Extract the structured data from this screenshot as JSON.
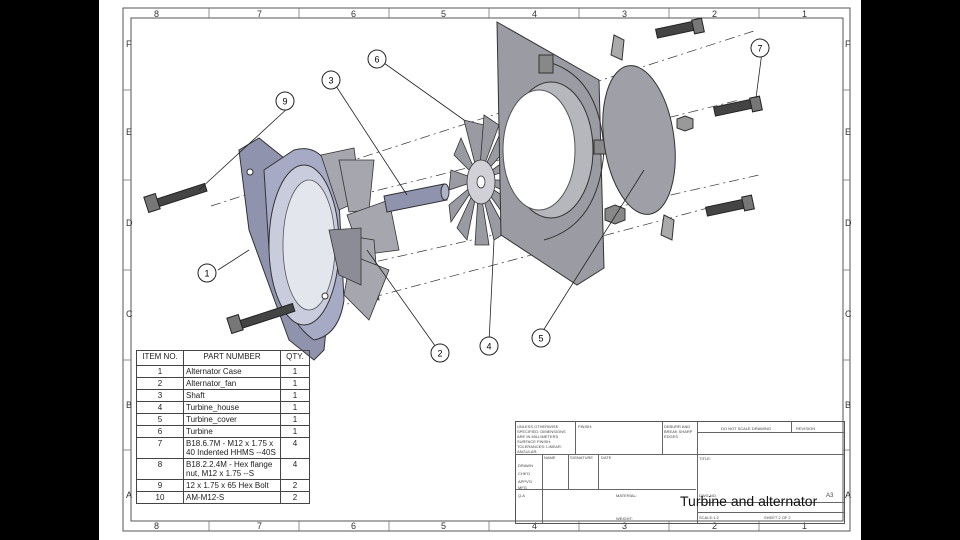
{
  "zones": {
    "top": [
      "8",
      "7",
      "6",
      "5",
      "4",
      "3",
      "2",
      "1"
    ],
    "bottom": [
      "8",
      "7",
      "6",
      "5",
      "4",
      "3",
      "2",
      "1"
    ],
    "side": [
      "F",
      "E",
      "D",
      "C",
      "B",
      "A"
    ]
  },
  "balloons": [
    "1",
    "2",
    "3",
    "4",
    "5",
    "6",
    "7",
    "9"
  ],
  "bom": {
    "headers": {
      "item": "ITEM NO.",
      "part": "PART NUMBER",
      "qty": "QTY."
    },
    "rows": [
      {
        "item": "1",
        "part": "Alternator Case",
        "qty": "1"
      },
      {
        "item": "2",
        "part": "Alternator_fan",
        "qty": "1"
      },
      {
        "item": "3",
        "part": "Shaft",
        "qty": "1"
      },
      {
        "item": "4",
        "part": "Turbine_house",
        "qty": "1"
      },
      {
        "item": "5",
        "part": "Turbine_cover",
        "qty": "1"
      },
      {
        "item": "6",
        "part": "Turbine",
        "qty": "1"
      },
      {
        "item": "7",
        "part": "B18.6.7M - M12 x 1.75 x 40 Indented HHMS --40S",
        "qty": "4"
      },
      {
        "item": "8",
        "part": "B18.2.2.4M - Hex flange nut, M12 x 1.75 --S",
        "qty": "4"
      },
      {
        "item": "9",
        "part": "12 x 1.75 x 65 Hex Bolt",
        "qty": "2"
      },
      {
        "item": "10",
        "part": "AM-M12-S",
        "qty": "2"
      }
    ]
  },
  "title_block": {
    "unless": "UNLESS OTHERWISE SPECIFIED: DIMENSIONS ARE IN MILLIMETERS SURFACE FINISH: TOLERANCES: LINEAR: ANGULAR:",
    "finish": "FINISH:",
    "deburr": "DEBURR AND BREAK SHARP EDGES",
    "noscale": "DO NOT SCALE DRAWING",
    "revision": "REVISION",
    "name": "NAME",
    "signature": "SIGNATURE",
    "date": "DATE",
    "title_label": "TITLE:",
    "roles": [
      "DRAWN",
      "CHK'D",
      "APPV'D",
      "MFG",
      "Q.A"
    ],
    "material": "MATERIAL:",
    "dwg_no": "DWG NO.",
    "size": "A3",
    "weight": "WEIGHT:",
    "scale": "SCALE:1:2",
    "sheet": "SHEET 2 OF 2",
    "drawing_title": "Turbine and alternator"
  }
}
